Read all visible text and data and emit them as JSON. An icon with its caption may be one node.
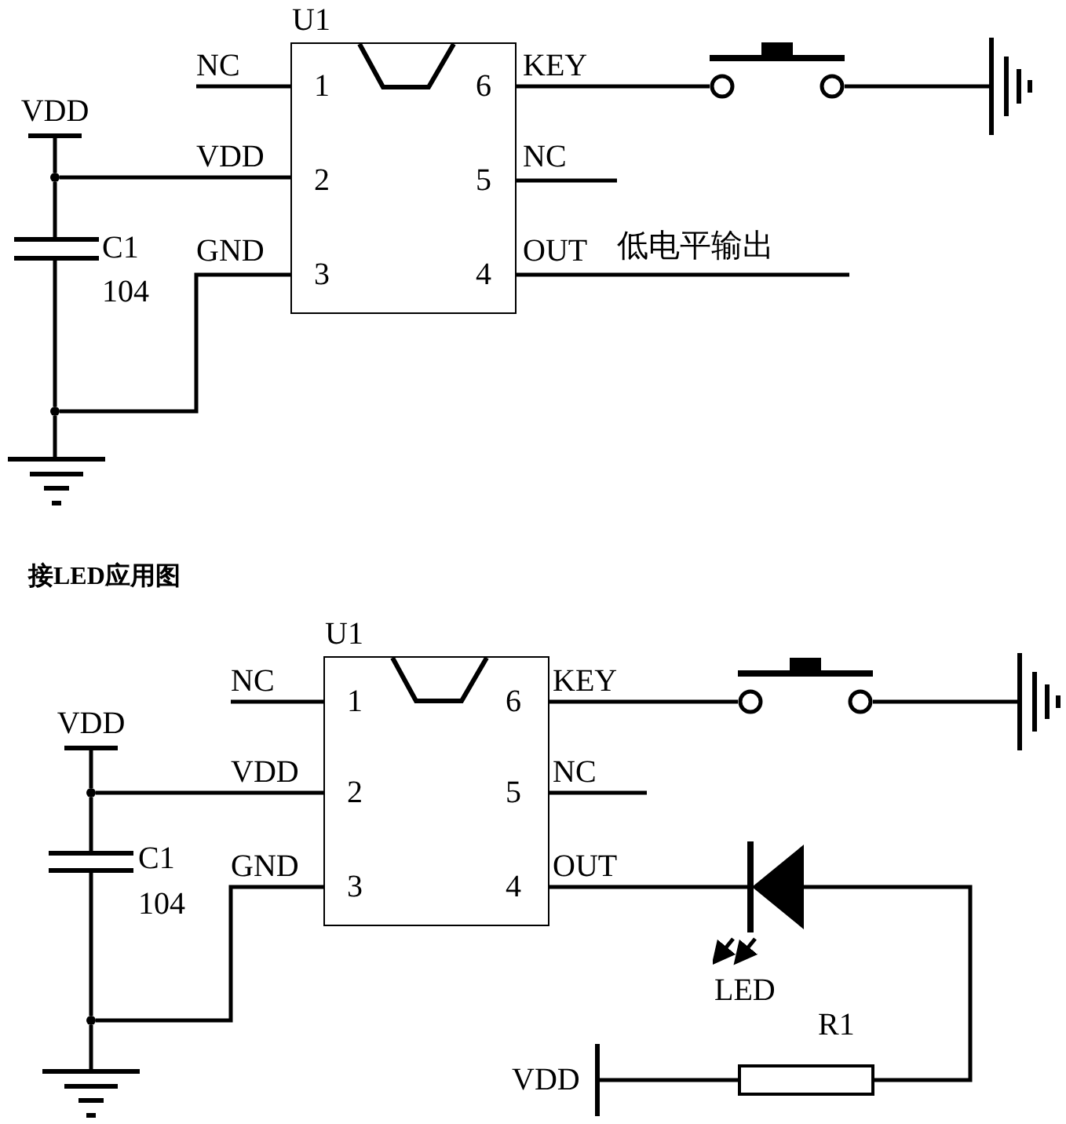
{
  "diagram": {
    "nodes": [
      {
        "text": [
          "U1"
        ]
      },
      {
        "text": [
          "VDD"
        ]
      },
      {
        "text": [],
        "shape": "dot"
      },
      {
        "text": [],
        "shape": "capacitor",
        "beside": [
          "C1",
          "104"
        ]
      },
      {
        "text": [],
        "shape": "dot"
      },
      {
        "text": [],
        "shape": "ground"
      },
      {
        "text": [],
        "shape": "switch"
      },
      {
        "text": [],
        "shape": "ground"
      },
      {
        "text": [
          "U1"
        ]
      },
      {
        "text": [
          "VDD"
        ]
      },
      {
        "text": [],
        "shape": "dot"
      },
      {
        "text": [],
        "shape": "capacitor",
        "beside": [
          "C1",
          "104"
        ]
      },
      {
        "text": [],
        "shape": "dot"
      },
      {
        "text": [],
        "shape": "ground"
      },
      {
        "text": [],
        "shape": "switch"
      },
      {
        "text": [],
        "shape": "ground"
      },
      {
        "text": [],
        "shape": "diode",
        "beside": [
          "LED"
        ]
      },
      {
        "text": [],
        "shape": "resistor",
        "beside": [
          "R1"
        ]
      },
      {
        "text": [
          "VDD"
        ]
      }
    ],
    "edges": [
      {
        "from": 1,
        "to": 2,
        "arrow": "none"
      },
      {
        "from": 2,
        "to": 3,
        "arrow": "none"
      },
      {
        "from": 3,
        "to": 4,
        "arrow": "none"
      },
      {
        "from": 4,
        "to": 5,
        "arrow": "none"
      },
      {
        "from": null,
        "to": 0,
        "arrow": "none",
        "label": "NC"
      },
      {
        "from": 2,
        "to": 0,
        "arrow": "none",
        "label": "VDD"
      },
      {
        "from": 4,
        "to": 0,
        "arrow": "none",
        "label": "GND"
      },
      {
        "from": 0,
        "to": 6,
        "arrow": "none",
        "label": "KEY"
      },
      {
        "from": 6,
        "to": 7,
        "arrow": "none"
      },
      {
        "from": 0,
        "to": null,
        "arrow": "none",
        "label": "NC"
      },
      {
        "from": 0,
        "to": null,
        "arrow": "none",
        "label": "OUT"
      },
      {
        "from": 9,
        "to": 10,
        "arrow": "none"
      },
      {
        "from": 10,
        "to": 11,
        "arrow": "none"
      },
      {
        "from": 11,
        "to": 12,
        "arrow": "none"
      },
      {
        "from": 12,
        "to": 13,
        "arrow": "none"
      },
      {
        "from": null,
        "to": 8,
        "arrow": "none",
        "label": "NC"
      },
      {
        "from": 10,
        "to": 8,
        "arrow": "none",
        "label": "VDD"
      },
      {
        "from": 12,
        "to": 8,
        "arrow": "none",
        "label": "GND"
      },
      {
        "from": 8,
        "to": 14,
        "arrow": "none",
        "label": "KEY"
      },
      {
        "from": 14,
        "to": 15,
        "arrow": "none"
      },
      {
        "from": 8,
        "to": null,
        "arrow": "none",
        "label": "NC"
      },
      {
        "from": 8,
        "to": 16,
        "arrow": "none",
        "label": "OUT"
      },
      {
        "from": 16,
        "to": 17,
        "arrow": "none"
      },
      {
        "from": 17,
        "to": 18,
        "arrow": "none"
      }
    ],
    "labels": [
      "1",
      "6",
      "2",
      "5",
      "3",
      "4",
      "低电平输出",
      "接LED应用图",
      "1",
      "6",
      "2",
      "5",
      "3",
      "4"
    ]
  }
}
